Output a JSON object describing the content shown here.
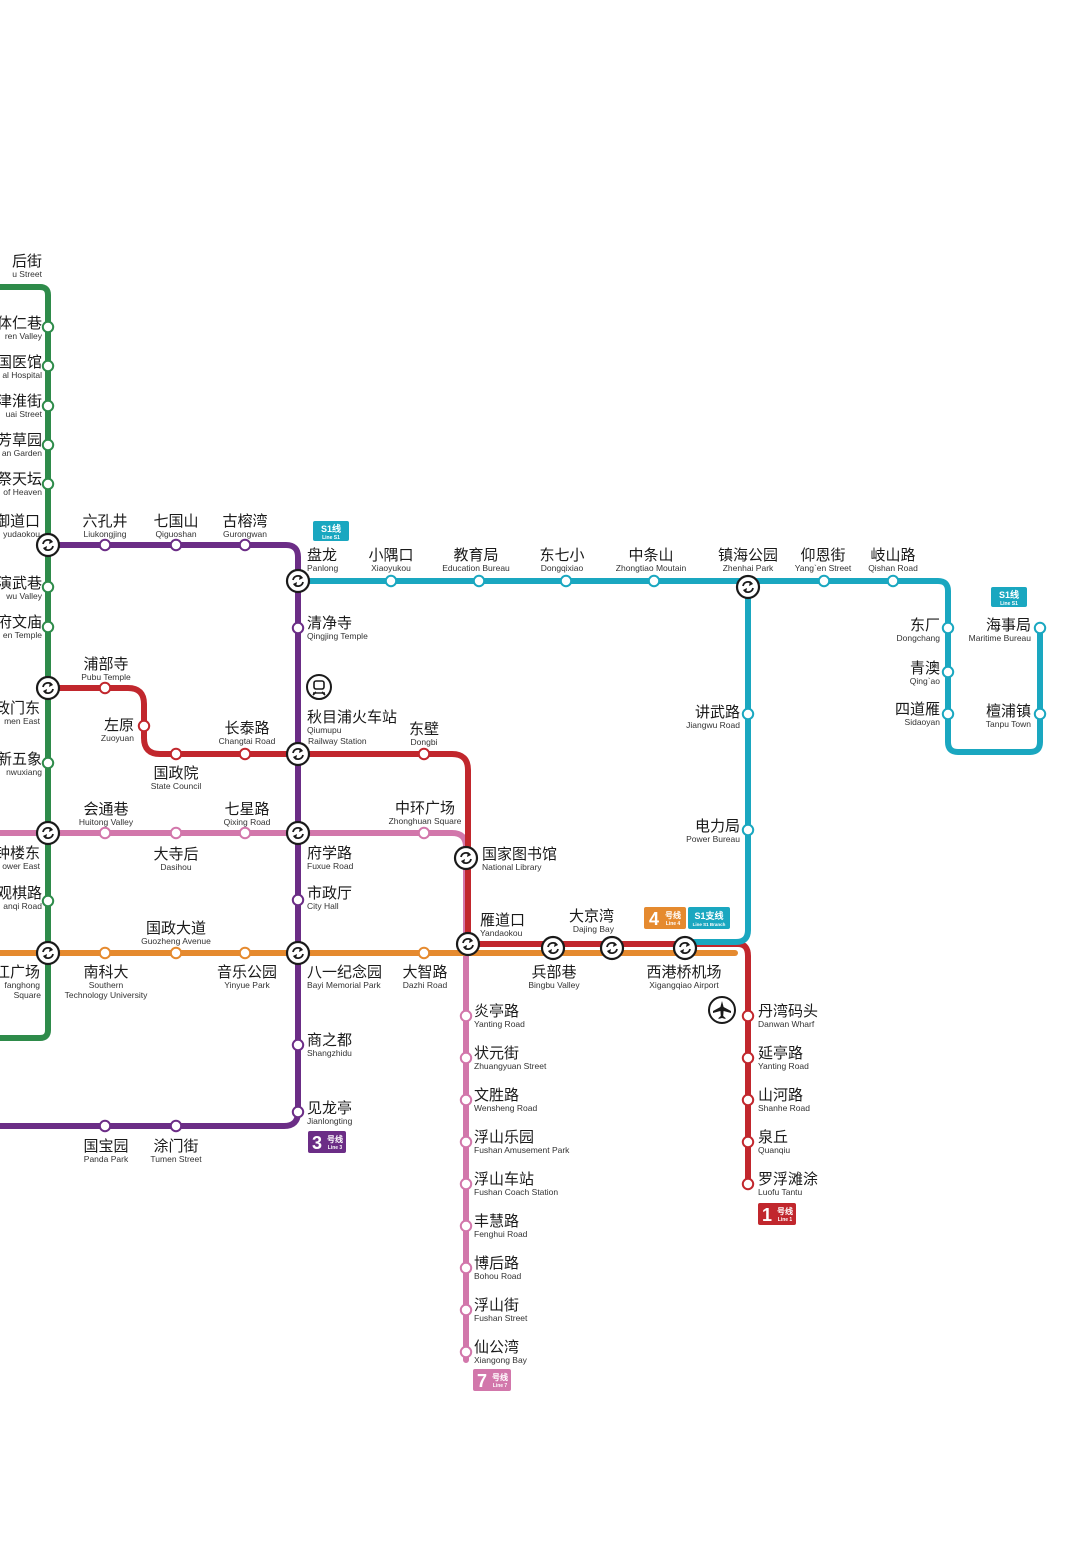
{
  "colors": {
    "line_green": "#2e8b4a",
    "line_purple": "#6b2d86",
    "line_red": "#c1272d",
    "line_pink": "#d277ab",
    "line_orange": "#e58a2f",
    "line_cyan": "#1aa7c0"
  },
  "icons": {
    "transfer": "transfer-arrows-icon",
    "rail": "railway-station-icon",
    "airport": "airplane-icon"
  },
  "badges": [
    {
      "id": "s1-top",
      "text": "S1线",
      "sub": "Line S1",
      "color": "#1aa7c0"
    },
    {
      "id": "s1-right",
      "text": "S1线",
      "sub": "Line S1",
      "color": "#1aa7c0"
    },
    {
      "id": "l4",
      "num": "4",
      "text": "号线",
      "sub": "Line 4",
      "color": "#e58a2f"
    },
    {
      "id": "s1b",
      "text": "S1支线",
      "sub": "Line S1 Branch",
      "color": "#1aa7c0"
    },
    {
      "id": "l3",
      "num": "3",
      "text": "号线",
      "sub": "Line 3",
      "color": "#6b2d86"
    },
    {
      "id": "l1",
      "num": "1",
      "text": "号线",
      "sub": "Line 1",
      "color": "#c1272d"
    },
    {
      "id": "l7",
      "num": "7",
      "text": "号线",
      "sub": "Line 7",
      "color": "#d277ab"
    }
  ],
  "stations": [
    {
      "zh": "后街",
      "en": "u Street"
    },
    {
      "zh": "体仁巷",
      "en": "ren Valley"
    },
    {
      "zh": "国医馆",
      "en": "al Hospital"
    },
    {
      "zh": "津淮街",
      "en": "uai Street"
    },
    {
      "zh": "芳草园",
      "en": "an Garden"
    },
    {
      "zh": "祭天坛",
      "en": "of Heaven"
    },
    {
      "zh": "御道口",
      "en": "yudaokou"
    },
    {
      "zh": "演武巷",
      "en": "wu Valley"
    },
    {
      "zh": "府文庙",
      "en": "en Temple"
    },
    {
      "zh": "政门东",
      "en": "men East"
    },
    {
      "zh": "新五象",
      "en": "nwuxiang"
    },
    {
      "zh": "钟楼东",
      "en": "ower East"
    },
    {
      "zh": "观棋路",
      "en": "anqi Road"
    },
    {
      "zh": "江广场",
      "en": "fanghong"
    },
    {
      "zh": "六孔井",
      "en": "Liukongjing"
    },
    {
      "zh": "七国山",
      "en": "Qiguoshan"
    },
    {
      "zh": "古榕湾",
      "en": "Gurongwan"
    },
    {
      "zh": "盘龙",
      "en": "Panlong"
    },
    {
      "zh": "小隅口",
      "en": "Xiaoyukou"
    },
    {
      "zh": "教育局",
      "en": "Education Bureau"
    },
    {
      "zh": "东七小",
      "en": "Dongqixiao"
    },
    {
      "zh": "中条山",
      "en": "Zhongtiao Moutain"
    },
    {
      "zh": "镇海公园",
      "en": "Zhenhai Park"
    },
    {
      "zh": "仰恩街",
      "en": "Yang`en Street"
    },
    {
      "zh": "岐山路",
      "en": "Qishan Road"
    },
    {
      "zh": "东厂",
      "en": "Dongchang"
    },
    {
      "zh": "青澳",
      "en": "Qing`ao"
    },
    {
      "zh": "四道雁",
      "en": "Sidaoyan"
    },
    {
      "zh": "海事局",
      "en": "Maritime Bureau"
    },
    {
      "zh": "檀浦镇",
      "en": "Tanpu Town"
    },
    {
      "zh": "清净寺",
      "en": "Qingjing Temple"
    },
    {
      "zh": "秋目浦火车站",
      "en": "Qiumupu"
    },
    {
      "zh": "东壁",
      "en": "Dongbi"
    },
    {
      "zh": "浦部寺",
      "en": "Pubu Temple"
    },
    {
      "zh": "左原",
      "en": "Zuoyuan"
    },
    {
      "zh": "长泰路",
      "en": "Changtai Road"
    },
    {
      "zh": "国政院",
      "en": "State Council"
    },
    {
      "zh": "讲武路",
      "en": "Jiangwu Road"
    },
    {
      "zh": "电力局",
      "en": "Power Bureau"
    },
    {
      "zh": "会通巷",
      "en": "Huitong Valley"
    },
    {
      "zh": "七星路",
      "en": "Qixing Road"
    },
    {
      "zh": "大寺后",
      "en": "Dasihou"
    },
    {
      "zh": "中环广场",
      "en": "Zhonghuan Square"
    },
    {
      "zh": "府学路",
      "en": "Fuxue Road"
    },
    {
      "zh": "国家图书馆",
      "en": "National Library"
    },
    {
      "zh": "市政厅",
      "en": "City Hall"
    },
    {
      "zh": "国政大道",
      "en": "Guozheng Avenue"
    },
    {
      "zh": "雁道口",
      "en": "Yandaokou"
    },
    {
      "zh": "大京湾",
      "en": "Dajing Bay"
    },
    {
      "zh": "南科大",
      "en": "Southern"
    },
    {
      "zh": "音乐公园",
      "en": "Yinyue Park"
    },
    {
      "zh": "八一纪念园",
      "en": "Bayi Memorial Park"
    },
    {
      "zh": "大智路",
      "en": "Dazhi Road"
    },
    {
      "zh": "兵部巷",
      "en": "Bingbu Valley"
    },
    {
      "zh": "西港桥机场",
      "en": "Xigangqiao Airport"
    },
    {
      "zh": "炎亭路",
      "en": "Yanting Road"
    },
    {
      "zh": "丹湾码头",
      "en": "Danwan Wharf"
    },
    {
      "zh": "商之都",
      "en": "Shangzhidu"
    },
    {
      "zh": "状元街",
      "en": "Zhuangyuan Street"
    },
    {
      "zh": "延亭路",
      "en": "Yanting Road"
    },
    {
      "zh": "文胜路",
      "en": "Wensheng Road"
    },
    {
      "zh": "山河路",
      "en": "Shanhe Road"
    },
    {
      "zh": "见龙亭",
      "en": "Jianlongting"
    },
    {
      "zh": "浮山乐园",
      "en": "Fushan Amusement Park"
    },
    {
      "zh": "泉丘",
      "en": "Quanqiu"
    },
    {
      "zh": "国宝园",
      "en": "Panda Park"
    },
    {
      "zh": "涂门街",
      "en": "Tumen Street"
    },
    {
      "zh": "浮山车站",
      "en": "Fushan Coach Station"
    },
    {
      "zh": "罗浮滩涂",
      "en": "Luofu Tantu"
    },
    {
      "zh": "丰慧路",
      "en": "Fenghui Road"
    },
    {
      "zh": "博后路",
      "en": "Bohou Road"
    },
    {
      "zh": "浮山街",
      "en": "Fushan Street"
    },
    {
      "zh": "仙公湾",
      "en": "Xiangong Bay"
    }
  ],
  "extra_en": [
    {
      "text": "Railway Station"
    },
    {
      "text": "Technology University"
    },
    {
      "text": "Square"
    }
  ]
}
